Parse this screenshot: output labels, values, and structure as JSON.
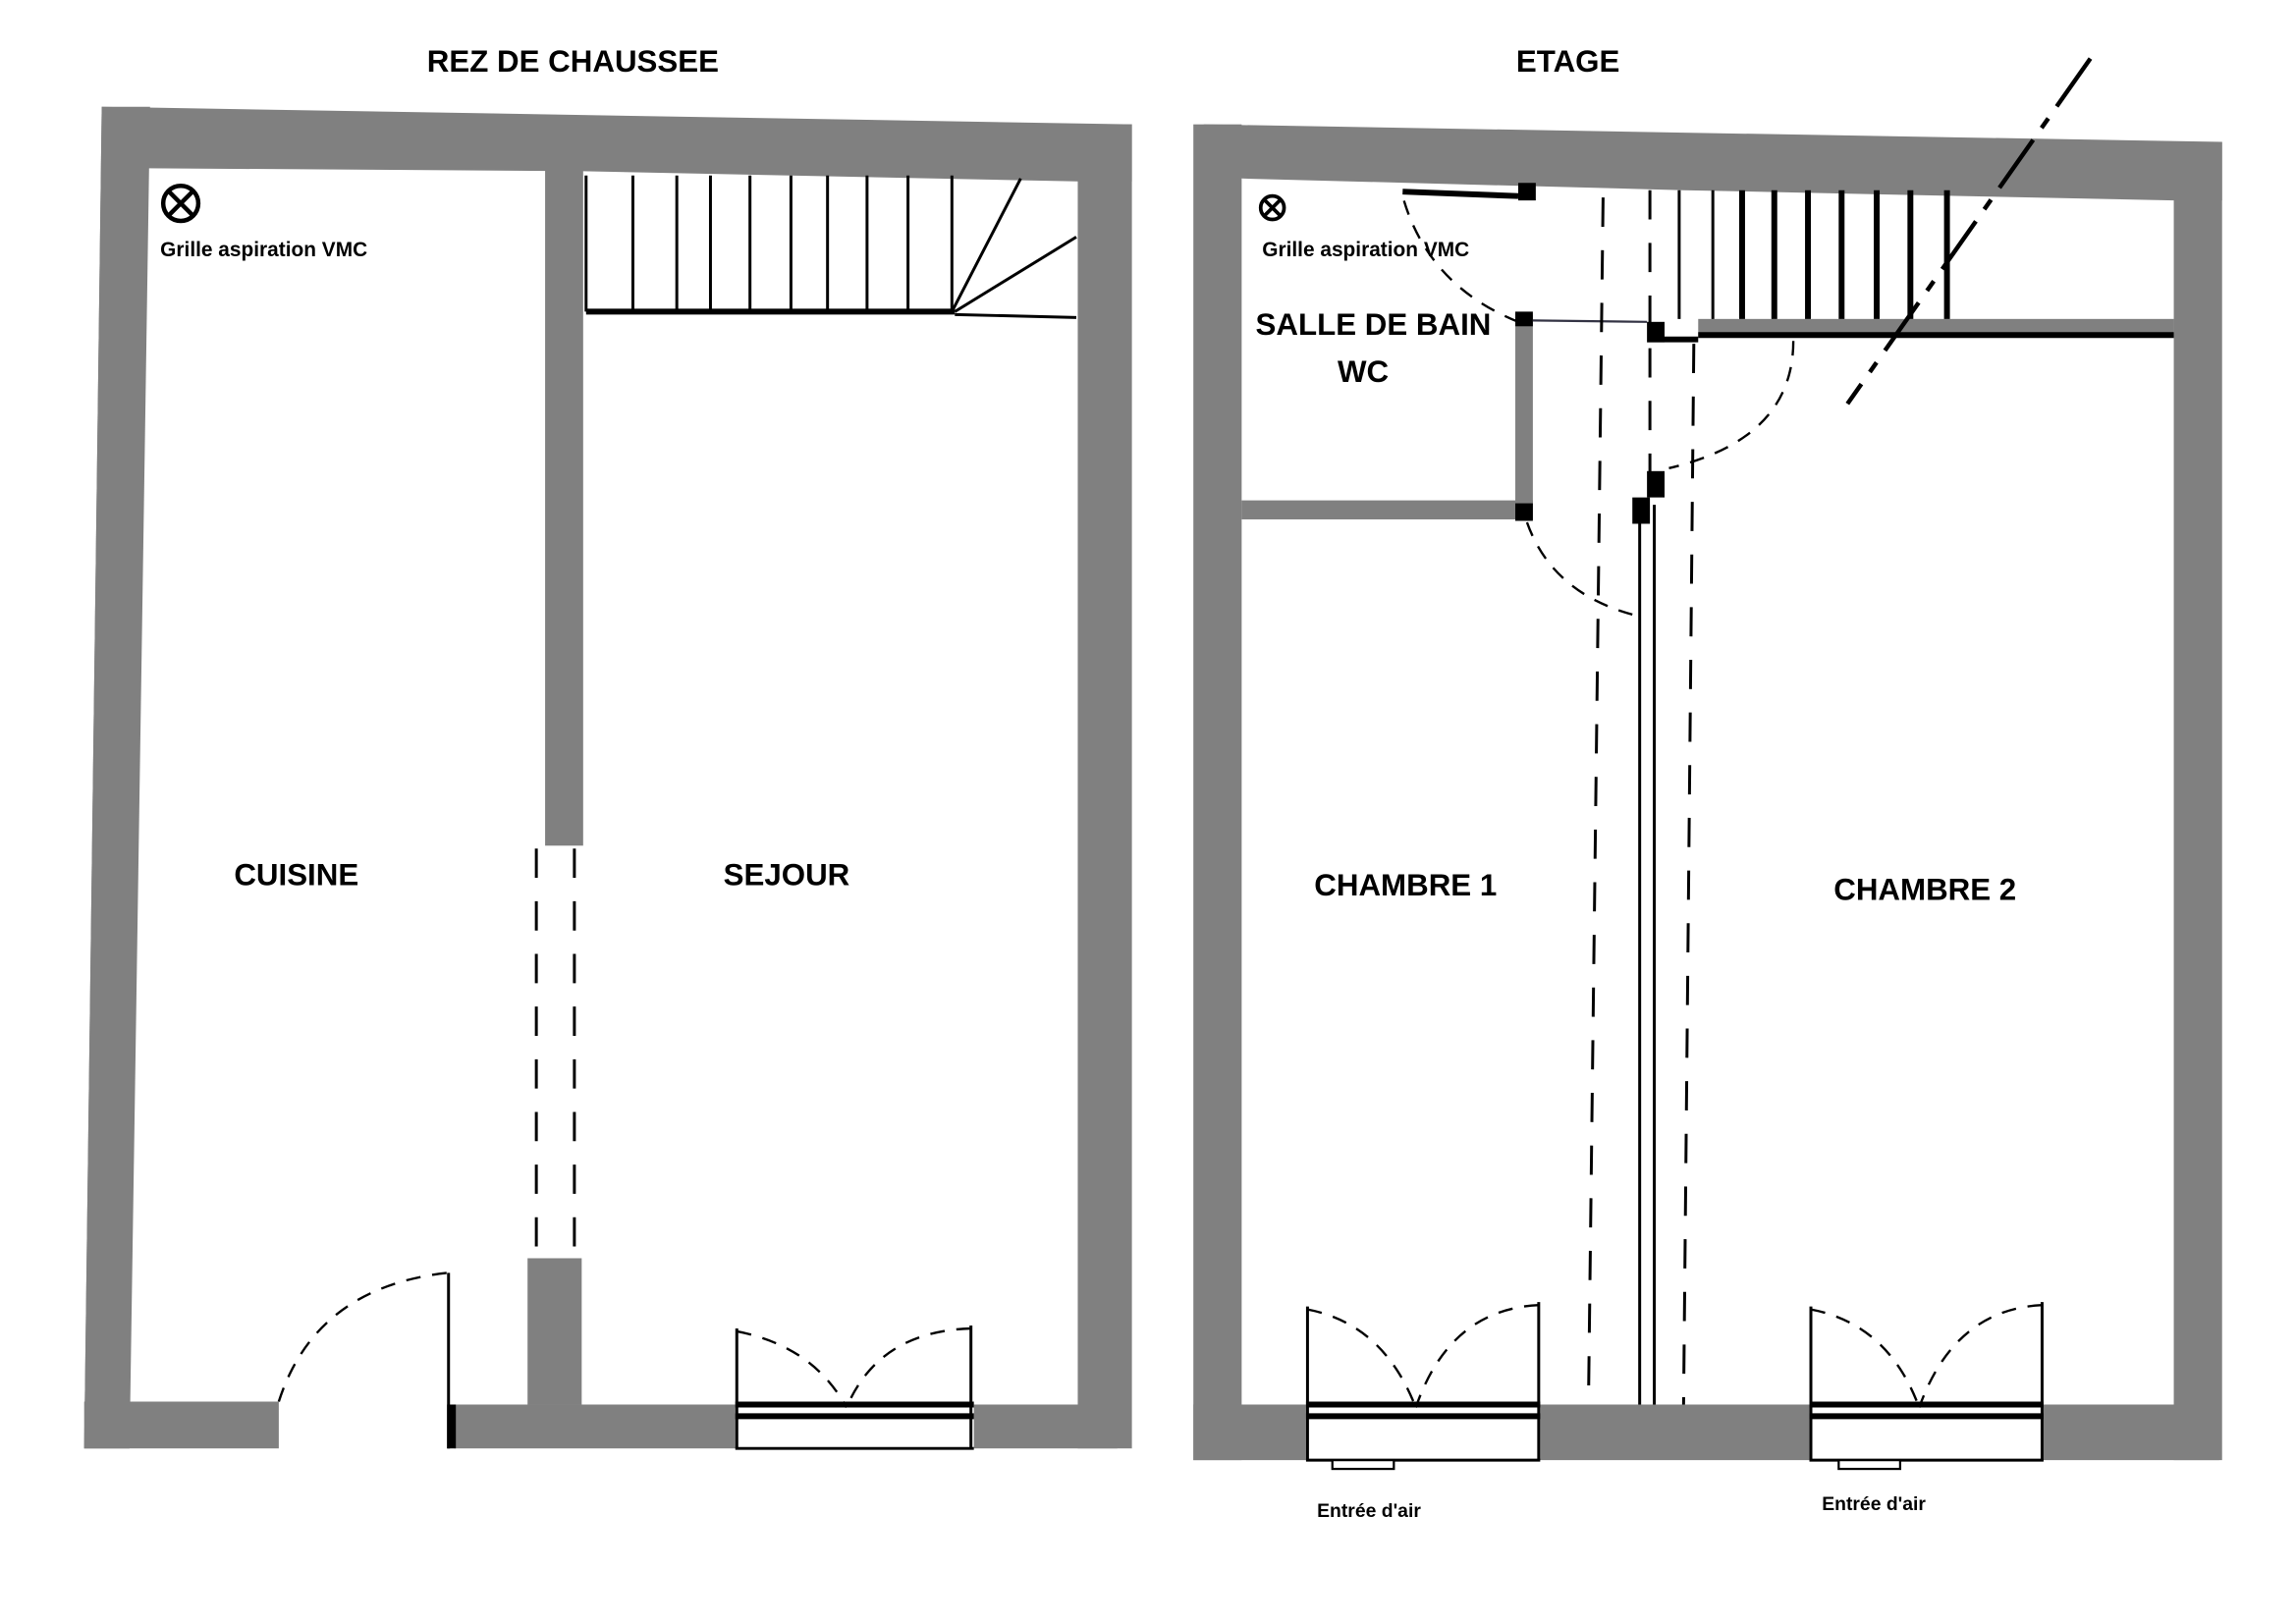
{
  "ground_floor": {
    "title": "REZ DE CHAUSSEE",
    "vmc_label": "Grille aspiration VMC",
    "rooms": [
      "CUISINE",
      "SEJOUR"
    ]
  },
  "upper_floor": {
    "title": "ETAGE",
    "vmc_label": "Grille aspiration VMC",
    "bathroom": [
      "SALLE DE BAIN",
      "WC"
    ],
    "rooms": [
      "CHAMBRE 1",
      "CHAMBRE 2"
    ],
    "air_inlets": [
      "Entrée d'air",
      "Entrée d'air"
    ]
  },
  "colors": {
    "wall": "#808080",
    "line": "#000000"
  }
}
